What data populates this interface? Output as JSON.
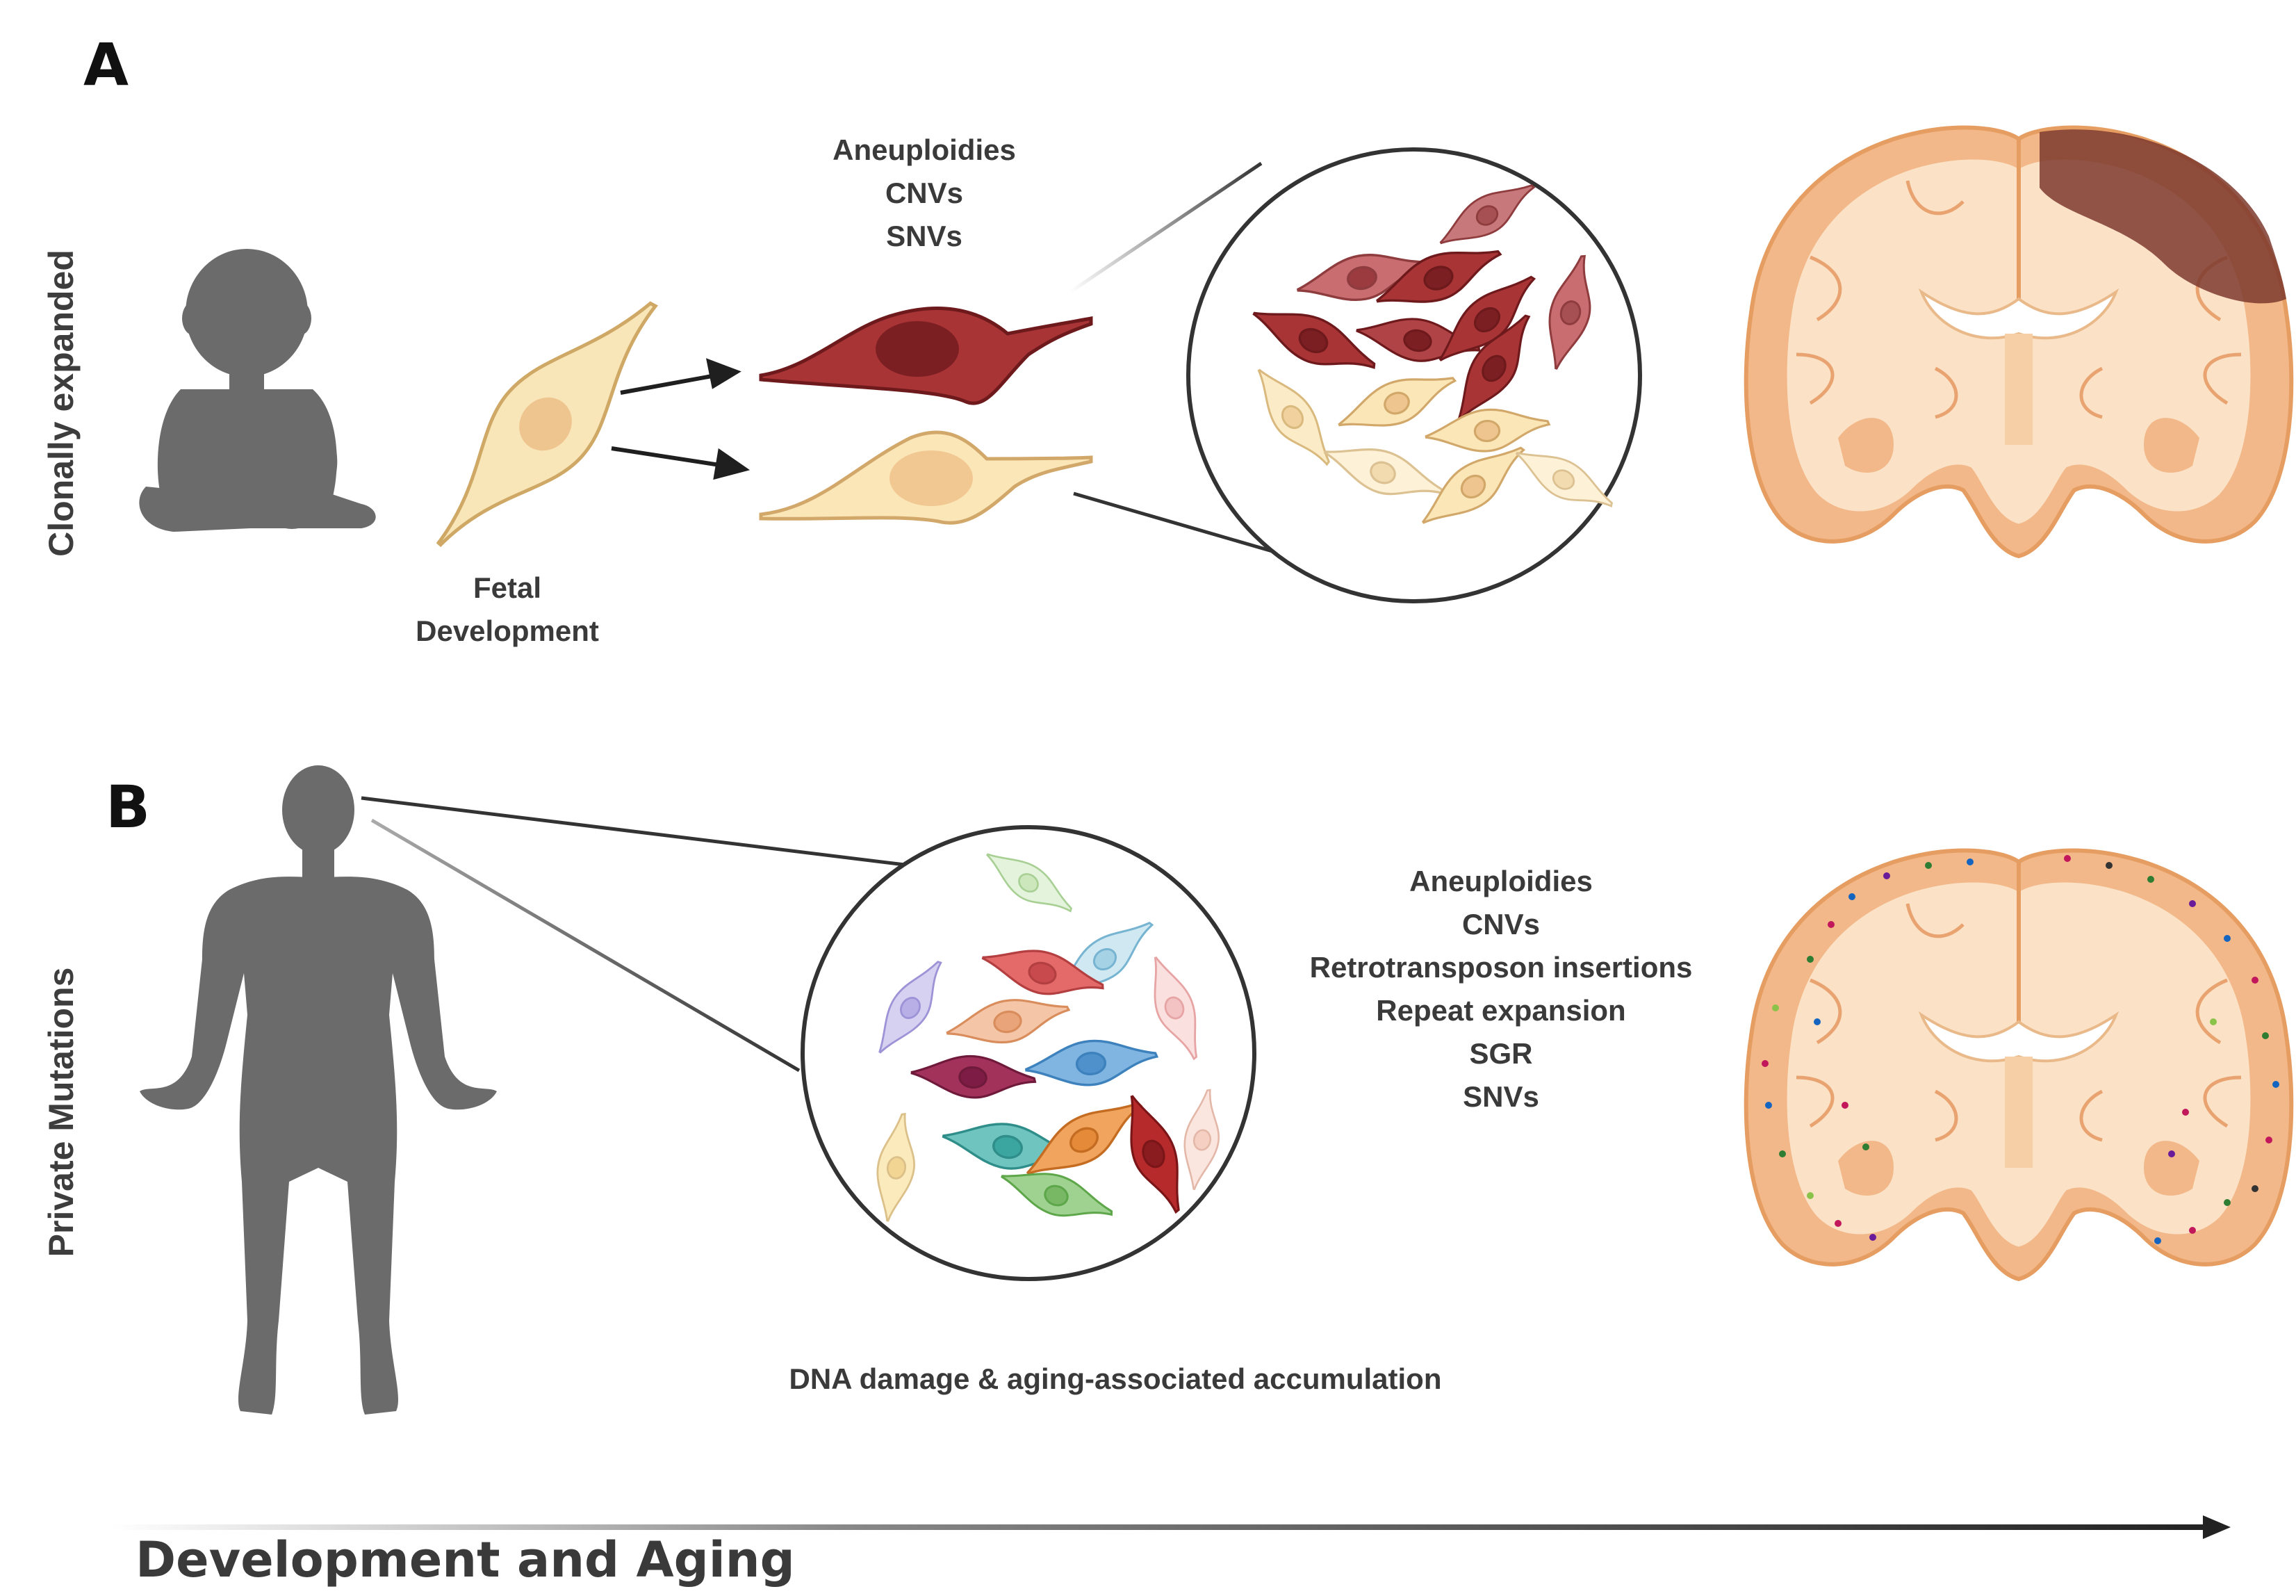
{
  "panel_a": {
    "letter": "A",
    "side_label": "Clonally expanded",
    "fetal_caption_line1": "Fetal",
    "fetal_caption_line2": "Development",
    "mutations": [
      "Aneuploidies",
      "CNVs",
      "SNVs"
    ]
  },
  "panel_b": {
    "letter": "B",
    "side_label": "Private Mutations",
    "mutations": [
      "Aneuploidies",
      "CNVs",
      "Retrotransposon insertions",
      "Repeat expansion",
      "SGR",
      "SNVs"
    ],
    "caption": "DNA damage & aging-associated accumulation"
  },
  "timeline": {
    "label": "Development and Aging"
  },
  "colors": {
    "figure_gray": "#6b6b6b",
    "healthy_cell": "#f7e3b0",
    "mutant_cell": "#9e2a2b",
    "brain_outer": "#f2b889",
    "brain_inner": "#fbe2c6",
    "lesion": "#7c3a2e"
  },
  "icons": {
    "baby": "baby-silhouette-icon",
    "adult": "adult-silhouette-icon",
    "brain": "coronal-brain-section-icon",
    "cell": "neuron-cell-icon"
  }
}
